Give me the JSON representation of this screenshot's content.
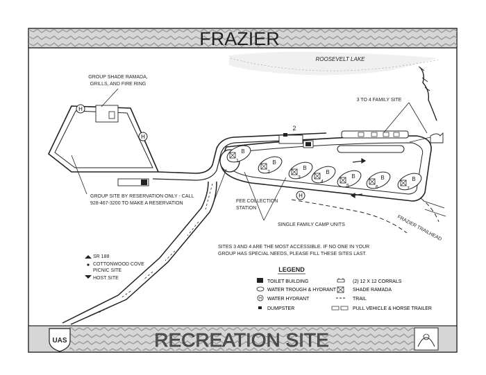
{
  "title": "FRAZIER",
  "footer_title": "RECREATION SITE",
  "logo_left_text": "UAS",
  "labels": {
    "lake": "ROOSEVELT LAKE",
    "group_shade_1": "GROUP SHADE RAMADA,",
    "group_shade_2": "GRILLS, AND FIRE RING",
    "family_site": "3 TO 4 FAMILY SITE",
    "site_number_2": "2",
    "group_site_1": "GROUP SITE BY RESERVATION ONLY - CALL",
    "group_site_2": "928-467-3200 TO MAKE A RESERVATION",
    "fee_1": "FEE COLLECTION",
    "fee_2": "STATION",
    "single_units": "SINGLE FAMILY CAMP UNITS",
    "trailhead": "FRAZIER TRAILHEAD",
    "note_1": "SITES 3 AND 4 ARE THE MOST ACCESSIBLE. IF NO ONE IN YOUR",
    "note_2": "GROUP HAS SPECIAL NEEDS, PLEASE FILL THESE SITES LAST.",
    "dir_1": "SR 188",
    "dir_2": "COTTONWOOD COVE",
    "dir_3": "PICNIC SITE",
    "dir_4": "HOST SITE",
    "h": "H",
    "b": "B"
  },
  "legend": {
    "title": "LEGEND",
    "items": [
      "TOILET BUILDING",
      "WATER TROUGH & HYDRANT",
      "WATER HYDRANT",
      "DUMPSTER",
      "(2) 12 X 12 CORRALS",
      "SHADE RAMADA",
      "TRAIL",
      "PULL VEHICLE & HORSE TRAILER"
    ]
  },
  "site_numbers": [
    "1",
    "2",
    "3",
    "4",
    "5",
    "6",
    "7"
  ]
}
